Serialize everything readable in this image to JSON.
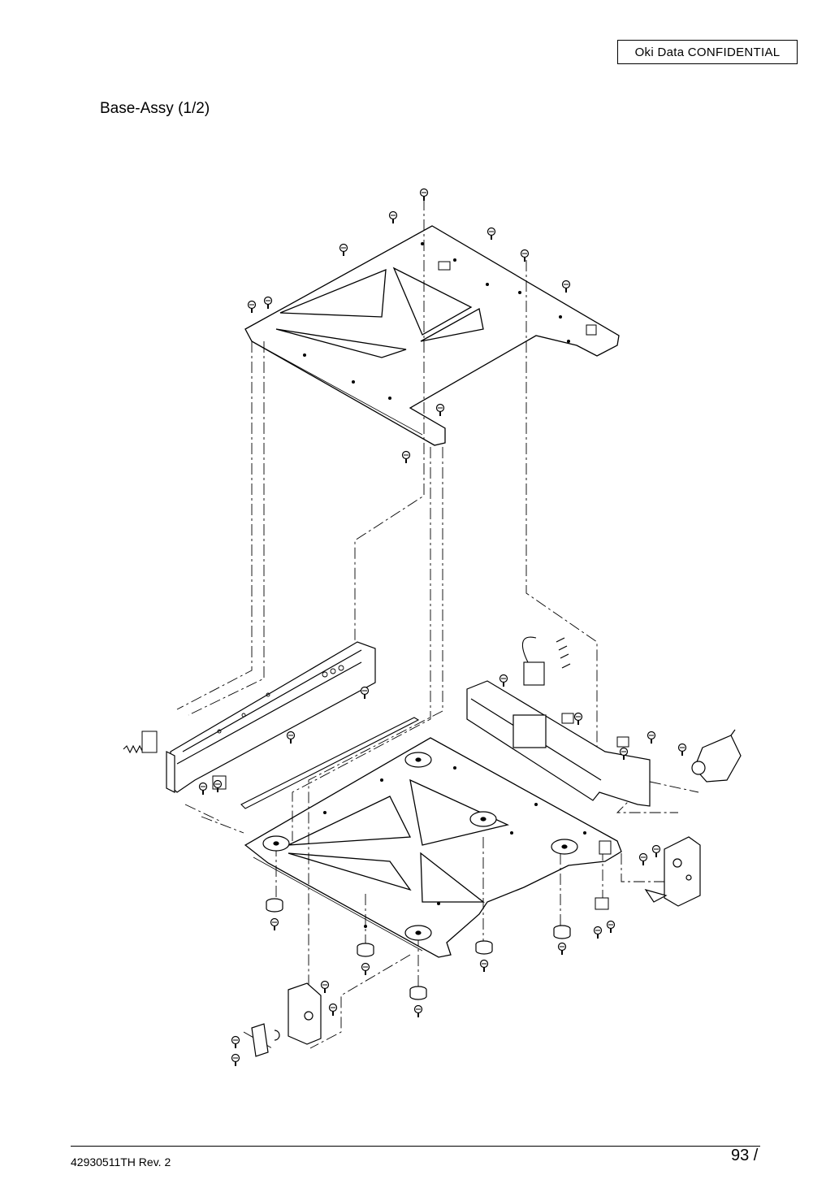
{
  "header": {
    "confidential": "Oki  Data  CONFIDENTIAL"
  },
  "document": {
    "title": "Base-Assy  (1/2)"
  },
  "footer": {
    "doc_number": "42930511TH  Rev. 2",
    "page": "93 /"
  },
  "drawing": {
    "line_color": "#000000"
  }
}
